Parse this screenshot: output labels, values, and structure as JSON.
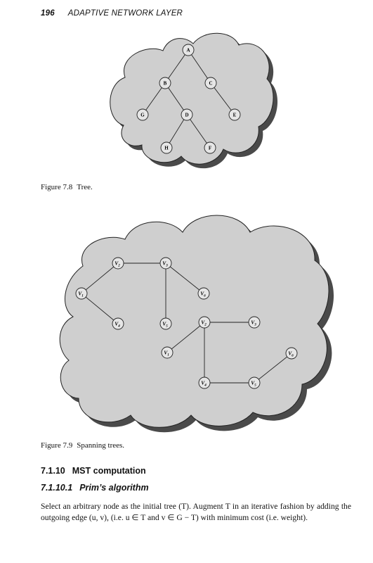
{
  "header": {
    "page_number": "196",
    "running_title": "ADAPTIVE NETWORK LAYER"
  },
  "figure_tree": {
    "label": "Figure 7.8",
    "caption": "Tree.",
    "nodes": [
      "A",
      "B",
      "C",
      "G",
      "D",
      "E",
      "H",
      "F"
    ]
  },
  "figure_spanning": {
    "label": "Figure 7.9",
    "caption": "Spanning trees.",
    "nodes": [
      {
        "base": "V",
        "sub": "2"
      },
      {
        "base": "V",
        "sub": "3"
      },
      {
        "base": "V",
        "sub": "1"
      },
      {
        "base": "V",
        "sub": "6"
      },
      {
        "base": "V",
        "sub": "4"
      },
      {
        "base": "V",
        "sub": "5"
      },
      {
        "base": "V",
        "sub": "2"
      },
      {
        "base": "V",
        "sub": "3"
      },
      {
        "base": "V",
        "sub": "1"
      },
      {
        "base": "V",
        "sub": "6"
      },
      {
        "base": "V",
        "sub": "4"
      },
      {
        "base": "V",
        "sub": "5"
      }
    ]
  },
  "section": {
    "number": "7.1.10",
    "title": "MST computation"
  },
  "subsection": {
    "number": "7.1.10.1",
    "title": "Prim’s algorithm"
  },
  "paragraph": "Select an arbitrary node as the initial tree (T). Augment T in an iterative fashion by adding the outgoing edge (u, v), (i.e. u ∈ T and v ∈ G − T) with minimum cost (i.e. weight)."
}
